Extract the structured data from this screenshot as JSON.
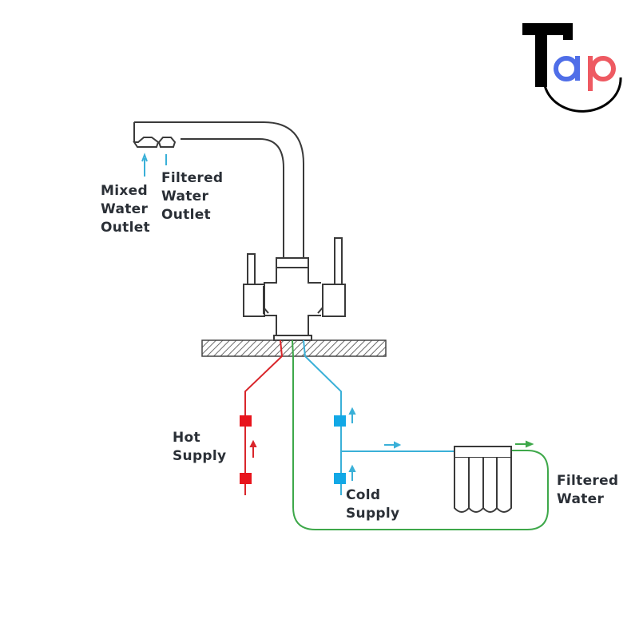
{
  "logo": {
    "letter_t": "T",
    "letter_a": "a",
    "letter_p": "p",
    "colors": {
      "t": "#000000",
      "a": "#4f6ee8",
      "p": "#ee5a62"
    }
  },
  "labels": {
    "mixed_outlet": [
      "Mixed",
      "Water",
      "Outlet"
    ],
    "filtered_outlet": [
      "Filtered",
      "Water",
      "Outlet"
    ],
    "hot_supply": [
      "Hot",
      "Supply"
    ],
    "cold_supply": [
      "Cold",
      "Supply"
    ],
    "filtered_water": [
      "Filtered",
      "Water"
    ]
  },
  "colors": {
    "outline": "#3a3a3a",
    "hot": "#d9262b",
    "hot_valve": "#e8141c",
    "cold": "#3ab0d8",
    "cold_valve": "#12a8e6",
    "filtered": "#3ea84a",
    "text": "#2a2f36"
  }
}
